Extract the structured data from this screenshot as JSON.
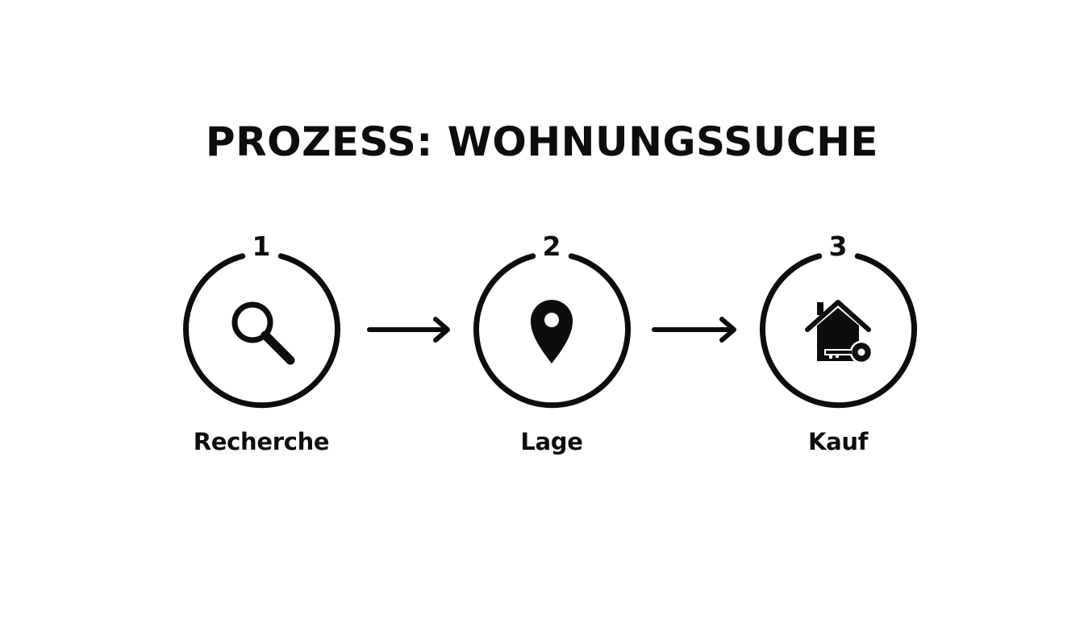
{
  "title": "PROZESS: WOHNUNGSSUCHE",
  "steps": [
    {
      "number": "1",
      "label": "Recherche",
      "icon": "magnifier-icon"
    },
    {
      "number": "2",
      "label": "Lage",
      "icon": "map-pin-icon"
    },
    {
      "number": "3",
      "label": "Kauf",
      "icon": "house-key-icon"
    }
  ],
  "colors": {
    "foreground": "#0d0d0d",
    "background": "#ffffff"
  }
}
